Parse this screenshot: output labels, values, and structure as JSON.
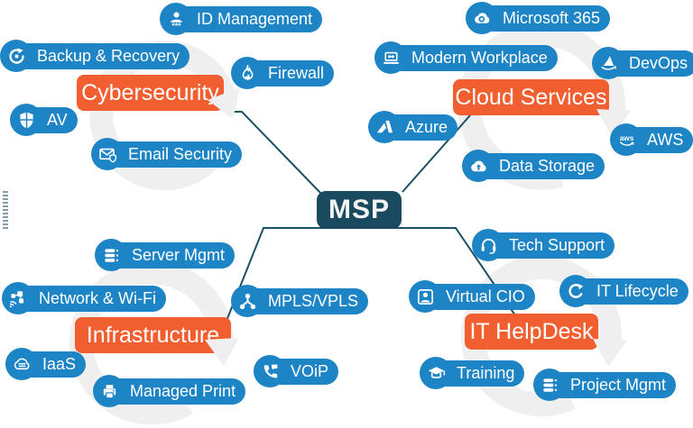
{
  "center": {
    "label": "MSP"
  },
  "colors": {
    "pill_blue": "#1d84c5",
    "category_orange": "#f15e2f",
    "center_dark": "#1a4a5f",
    "connector": "#1b5066",
    "cycle_gray": "#efefef",
    "label_white": "#ffffff"
  },
  "quadrants": [
    {
      "label": "Cybersecurity",
      "items": [
        {
          "label": "ID Management",
          "icon": "id-management"
        },
        {
          "label": "Backup & Recovery",
          "icon": "backup-recovery"
        },
        {
          "label": "Firewall",
          "icon": "firewall"
        },
        {
          "label": "AV",
          "icon": "antivirus"
        },
        {
          "label": "Email Security",
          "icon": "email-security"
        }
      ]
    },
    {
      "label": "Cloud Services",
      "items": [
        {
          "label": "Microsoft 365",
          "icon": "microsoft-365"
        },
        {
          "label": "Modern Workplace",
          "icon": "modern-workplace"
        },
        {
          "label": "DevOps",
          "icon": "devops"
        },
        {
          "label": "Azure",
          "icon": "azure"
        },
        {
          "label": "AWS",
          "icon": "aws"
        },
        {
          "label": "Data Storage",
          "icon": "data-storage"
        }
      ]
    },
    {
      "label": "Infrastructure",
      "items": [
        {
          "label": "Server Mgmt",
          "icon": "server-mgmt"
        },
        {
          "label": "Network & Wi-Fi",
          "icon": "network-wifi"
        },
        {
          "label": "MPLS/VPLS",
          "icon": "mpls-vpls"
        },
        {
          "label": "IaaS",
          "icon": "iaas"
        },
        {
          "label": "Managed Print",
          "icon": "managed-print"
        },
        {
          "label": "VOiP",
          "icon": "voip"
        }
      ]
    },
    {
      "label": "IT HelpDesk",
      "items": [
        {
          "label": "Tech Support",
          "icon": "tech-support"
        },
        {
          "label": "Virtual CIO",
          "icon": "virtual-cio"
        },
        {
          "label": "IT Lifecycle",
          "icon": "it-lifecycle"
        },
        {
          "label": "Training",
          "icon": "training"
        },
        {
          "label": "Project Mgmt",
          "icon": "project-mgmt"
        }
      ]
    }
  ]
}
